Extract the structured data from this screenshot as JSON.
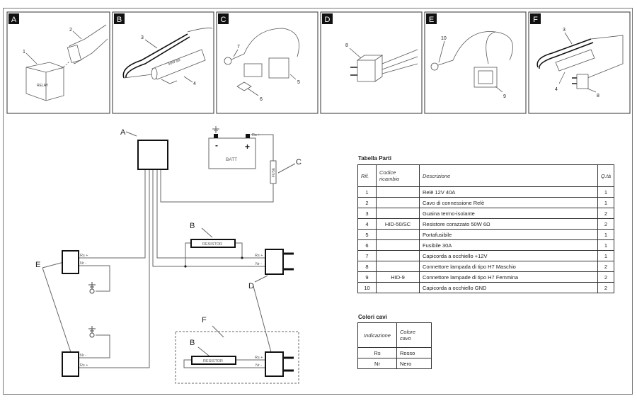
{
  "panels": [
    {
      "letter": "A",
      "callouts": [
        "1",
        "2"
      ],
      "relay_text": "RELAY"
    },
    {
      "letter": "B",
      "callouts": [
        "3",
        "4"
      ],
      "resistor_text": "50W 6Ω"
    },
    {
      "letter": "C",
      "callouts": [
        "7",
        "5",
        "6"
      ]
    },
    {
      "letter": "D",
      "callouts": [
        "8"
      ]
    },
    {
      "letter": "E",
      "callouts": [
        "10",
        "9"
      ]
    },
    {
      "letter": "F",
      "callouts": [
        "3",
        "4",
        "8"
      ]
    }
  ],
  "schematic": {
    "relay_label": "A",
    "battery_label": "BATT",
    "battery_minus": "-",
    "battery_plus": "+",
    "fuse_text": "FUSE",
    "fuse_label": "C",
    "resistor_text": "RESISTOR",
    "resistor_label": "B",
    "connector_d_label": "D",
    "eyelet_e_label": "E",
    "kit_f_label": "F",
    "rs": "Rs +",
    "nr": "Nr -"
  },
  "parts_table": {
    "title": "Tabella Parti",
    "headers": [
      "Rif.",
      "Codice ricambio",
      "Descrizione",
      "Q.tà"
    ],
    "rows": [
      [
        "1",
        "",
        "Relè 12V 40A",
        "1"
      ],
      [
        "2",
        "",
        "Cavo di connessione Relè",
        "1"
      ],
      [
        "3",
        "",
        "Guaina termo-isolante",
        "2"
      ],
      [
        "4",
        "HID-50/SC",
        "Resistore corazzato 50W 6Ω",
        "2"
      ],
      [
        "5",
        "",
        "Portafusibile",
        "1"
      ],
      [
        "6",
        "",
        "Fusibile 30A",
        "1"
      ],
      [
        "7",
        "",
        "Capicorda a occhiello +12V",
        "1"
      ],
      [
        "8",
        "",
        "Connettore lampada di tipo H7 Maschio",
        "2"
      ],
      [
        "9",
        "HID-9",
        "Connettore lampade di tipo H7 Femmina",
        "2"
      ],
      [
        "10",
        "",
        "Capicorda a occhiello GND",
        "2"
      ]
    ]
  },
  "colors_table": {
    "title": "Colori cavi",
    "headers": [
      "Indicazione",
      "Colore cavo"
    ],
    "rows": [
      [
        "Rs",
        "Rosso"
      ],
      [
        "Nr",
        "Nero"
      ]
    ]
  }
}
